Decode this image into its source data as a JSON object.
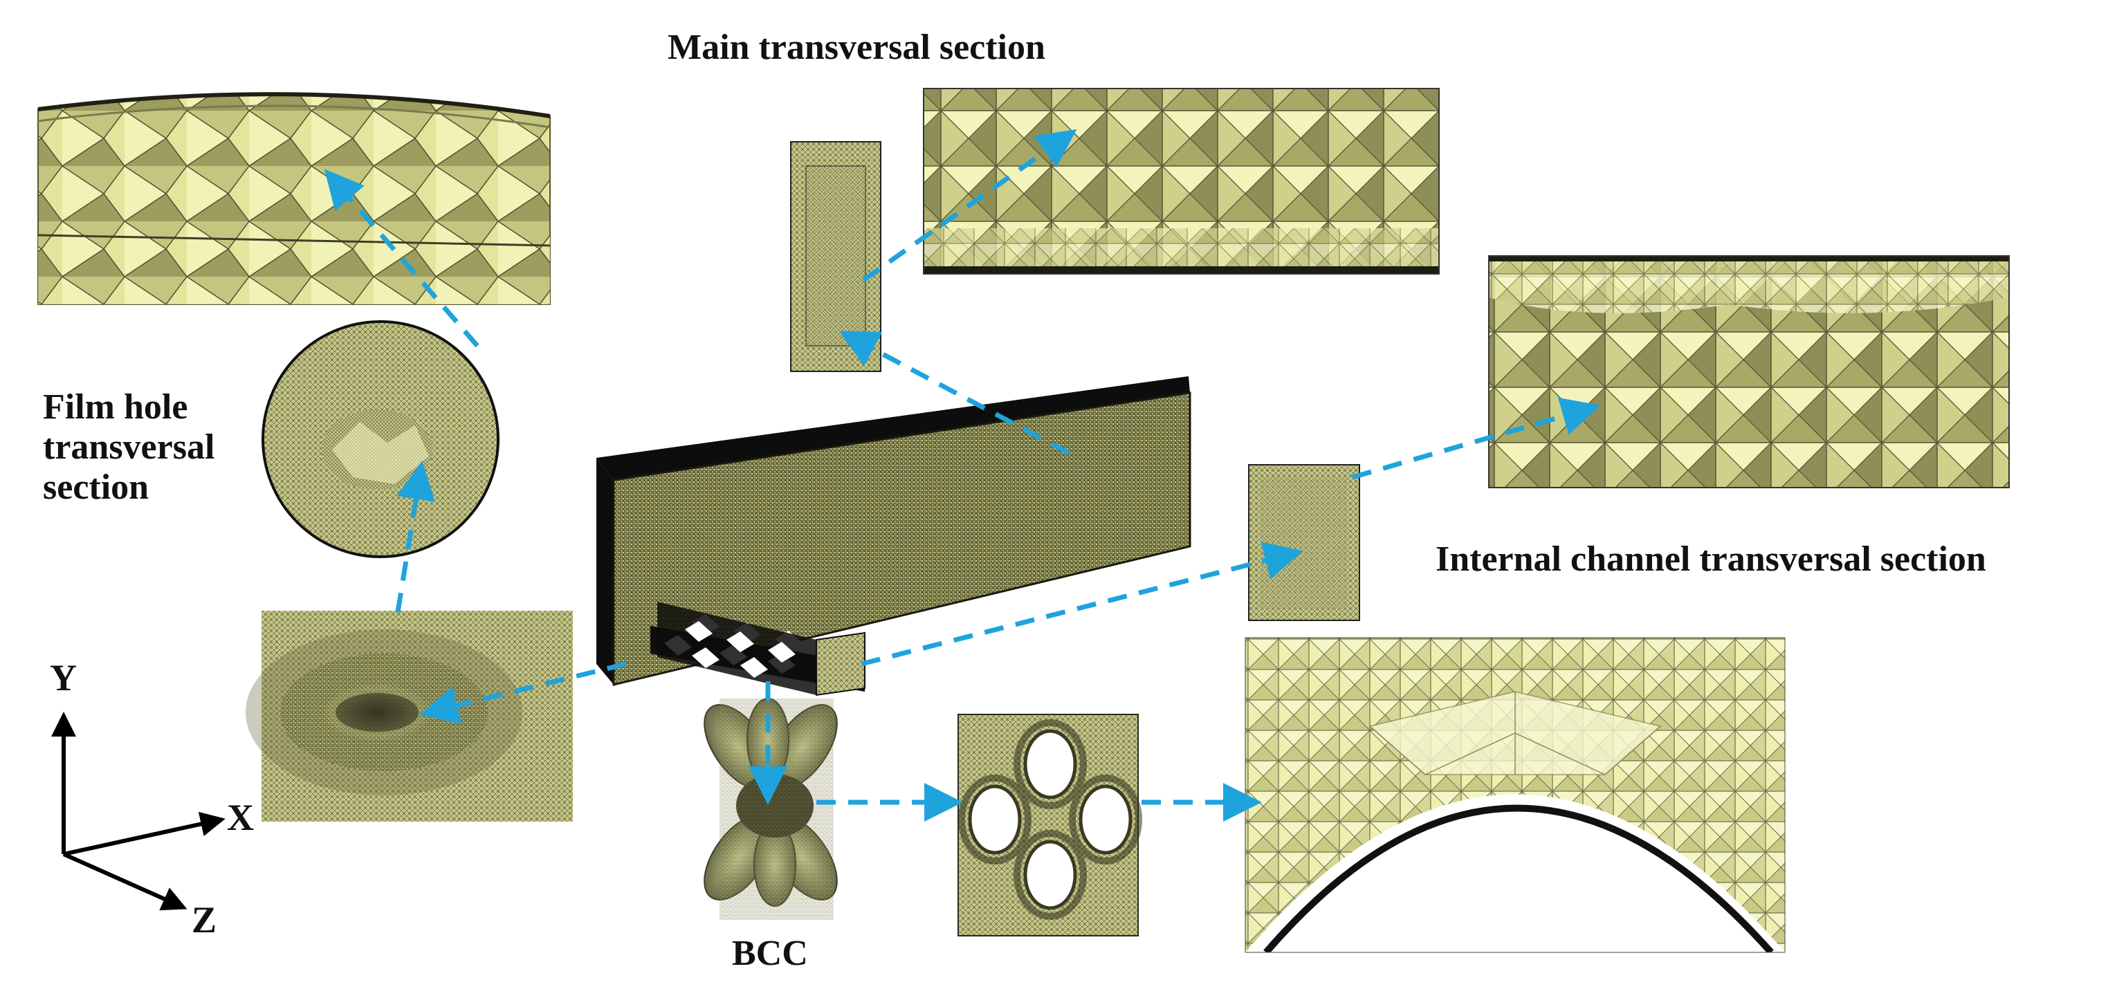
{
  "labels": {
    "main_transversal": "Main transversal section",
    "film_hole": [
      "Film hole",
      "transversal",
      "section"
    ],
    "internal_channel": "Internal channel transversal section",
    "bcc": "BCC"
  },
  "axes": {
    "y": "Y",
    "x": "X",
    "z": "Z"
  },
  "colors": {
    "mesh_fill": "#e9ea9e",
    "mesh_shadow": "#b3b36e",
    "mesh_dark": "#7d7d4c",
    "mesh_line": "#5a5a3a",
    "solid_dark": "#0d0d0d",
    "arrow": "#1fa3dc",
    "text": "#111111"
  }
}
